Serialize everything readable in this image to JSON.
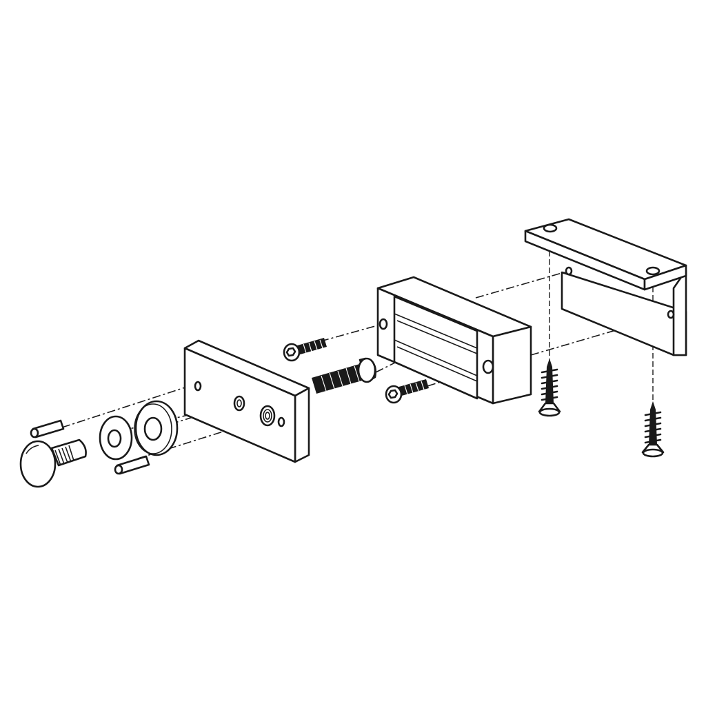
{
  "diagram": {
    "kind": "exploded-assembly-drawing",
    "style": "black-line-art",
    "colors": {
      "line": "#1a1a1a",
      "background": "#ffffff"
    },
    "parts": [
      "dome-head-pin",
      "locating-pin",
      "flat-washer",
      "large-washer",
      "armature-plate",
      "socket-cap-screw",
      "mounting-bolt",
      "electromagnet-body",
      "l-bracket",
      "wood-screw"
    ]
  }
}
